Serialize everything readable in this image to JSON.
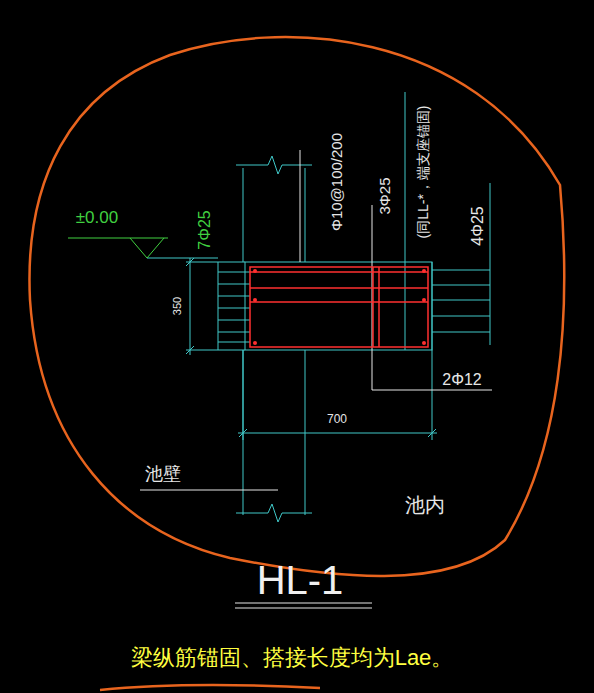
{
  "diagram": {
    "title": "HL-1",
    "caption": "梁纵筋锚固、搭接长度均为Lae。",
    "labels": [
      "±0.00",
      "7Φ25",
      "Φ10@100/200",
      "3Φ25",
      "(同LL-*，端支座锚固)",
      "4Φ25",
      "350",
      "2Φ12",
      "700",
      "池壁",
      "池内"
    ]
  }
}
